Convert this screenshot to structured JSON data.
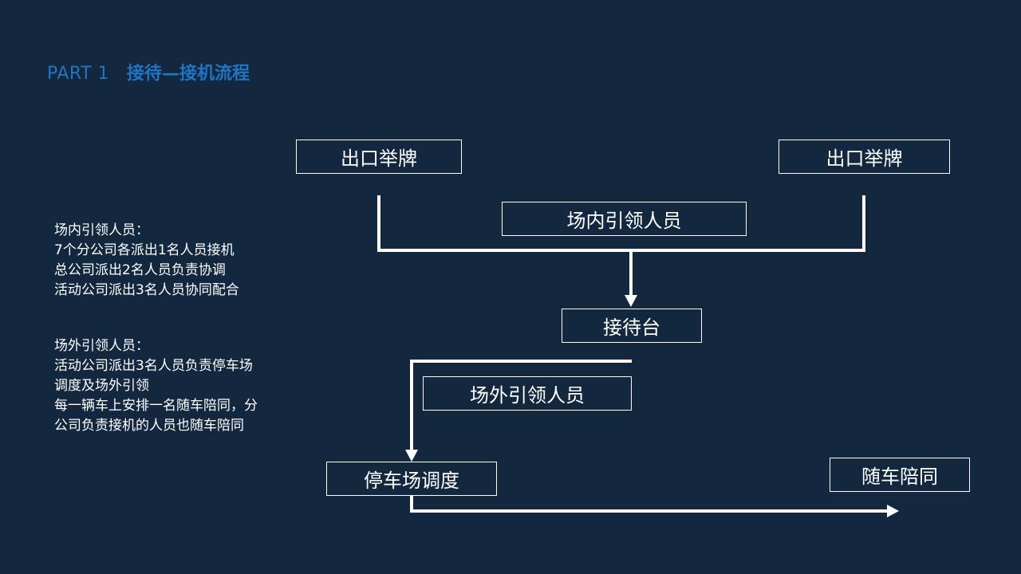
{
  "header": {
    "part": "PART 1",
    "title": "接待—接机流程"
  },
  "flow": {
    "exit_sign_left": "出口举牌",
    "exit_sign_right": "出口举牌",
    "inside_guide": "场内引领人员",
    "reception_desk": "接待台",
    "outside_guide": "场外引领人员",
    "parking_dispatch": "停车场调度",
    "ride_along": "随车陪同"
  },
  "notes": {
    "inside": {
      "heading": "场内引领人员：",
      "lines": [
        "7个分公司各派出1名人员接机",
        "总公司派出2名人员负责协调",
        "活动公司派出3名人员协同配合"
      ]
    },
    "outside": {
      "heading": "场外引领人员：",
      "lines": [
        "活动公司派出3名人员负责停车场",
        "调度及场外引领",
        "每一辆车上安排一名随车陪同，分",
        "公司负责接机的人员也随车陪同"
      ]
    }
  },
  "colors": {
    "background": "#13283f",
    "accent": "#1f74c4",
    "line": "#ffffff"
  }
}
